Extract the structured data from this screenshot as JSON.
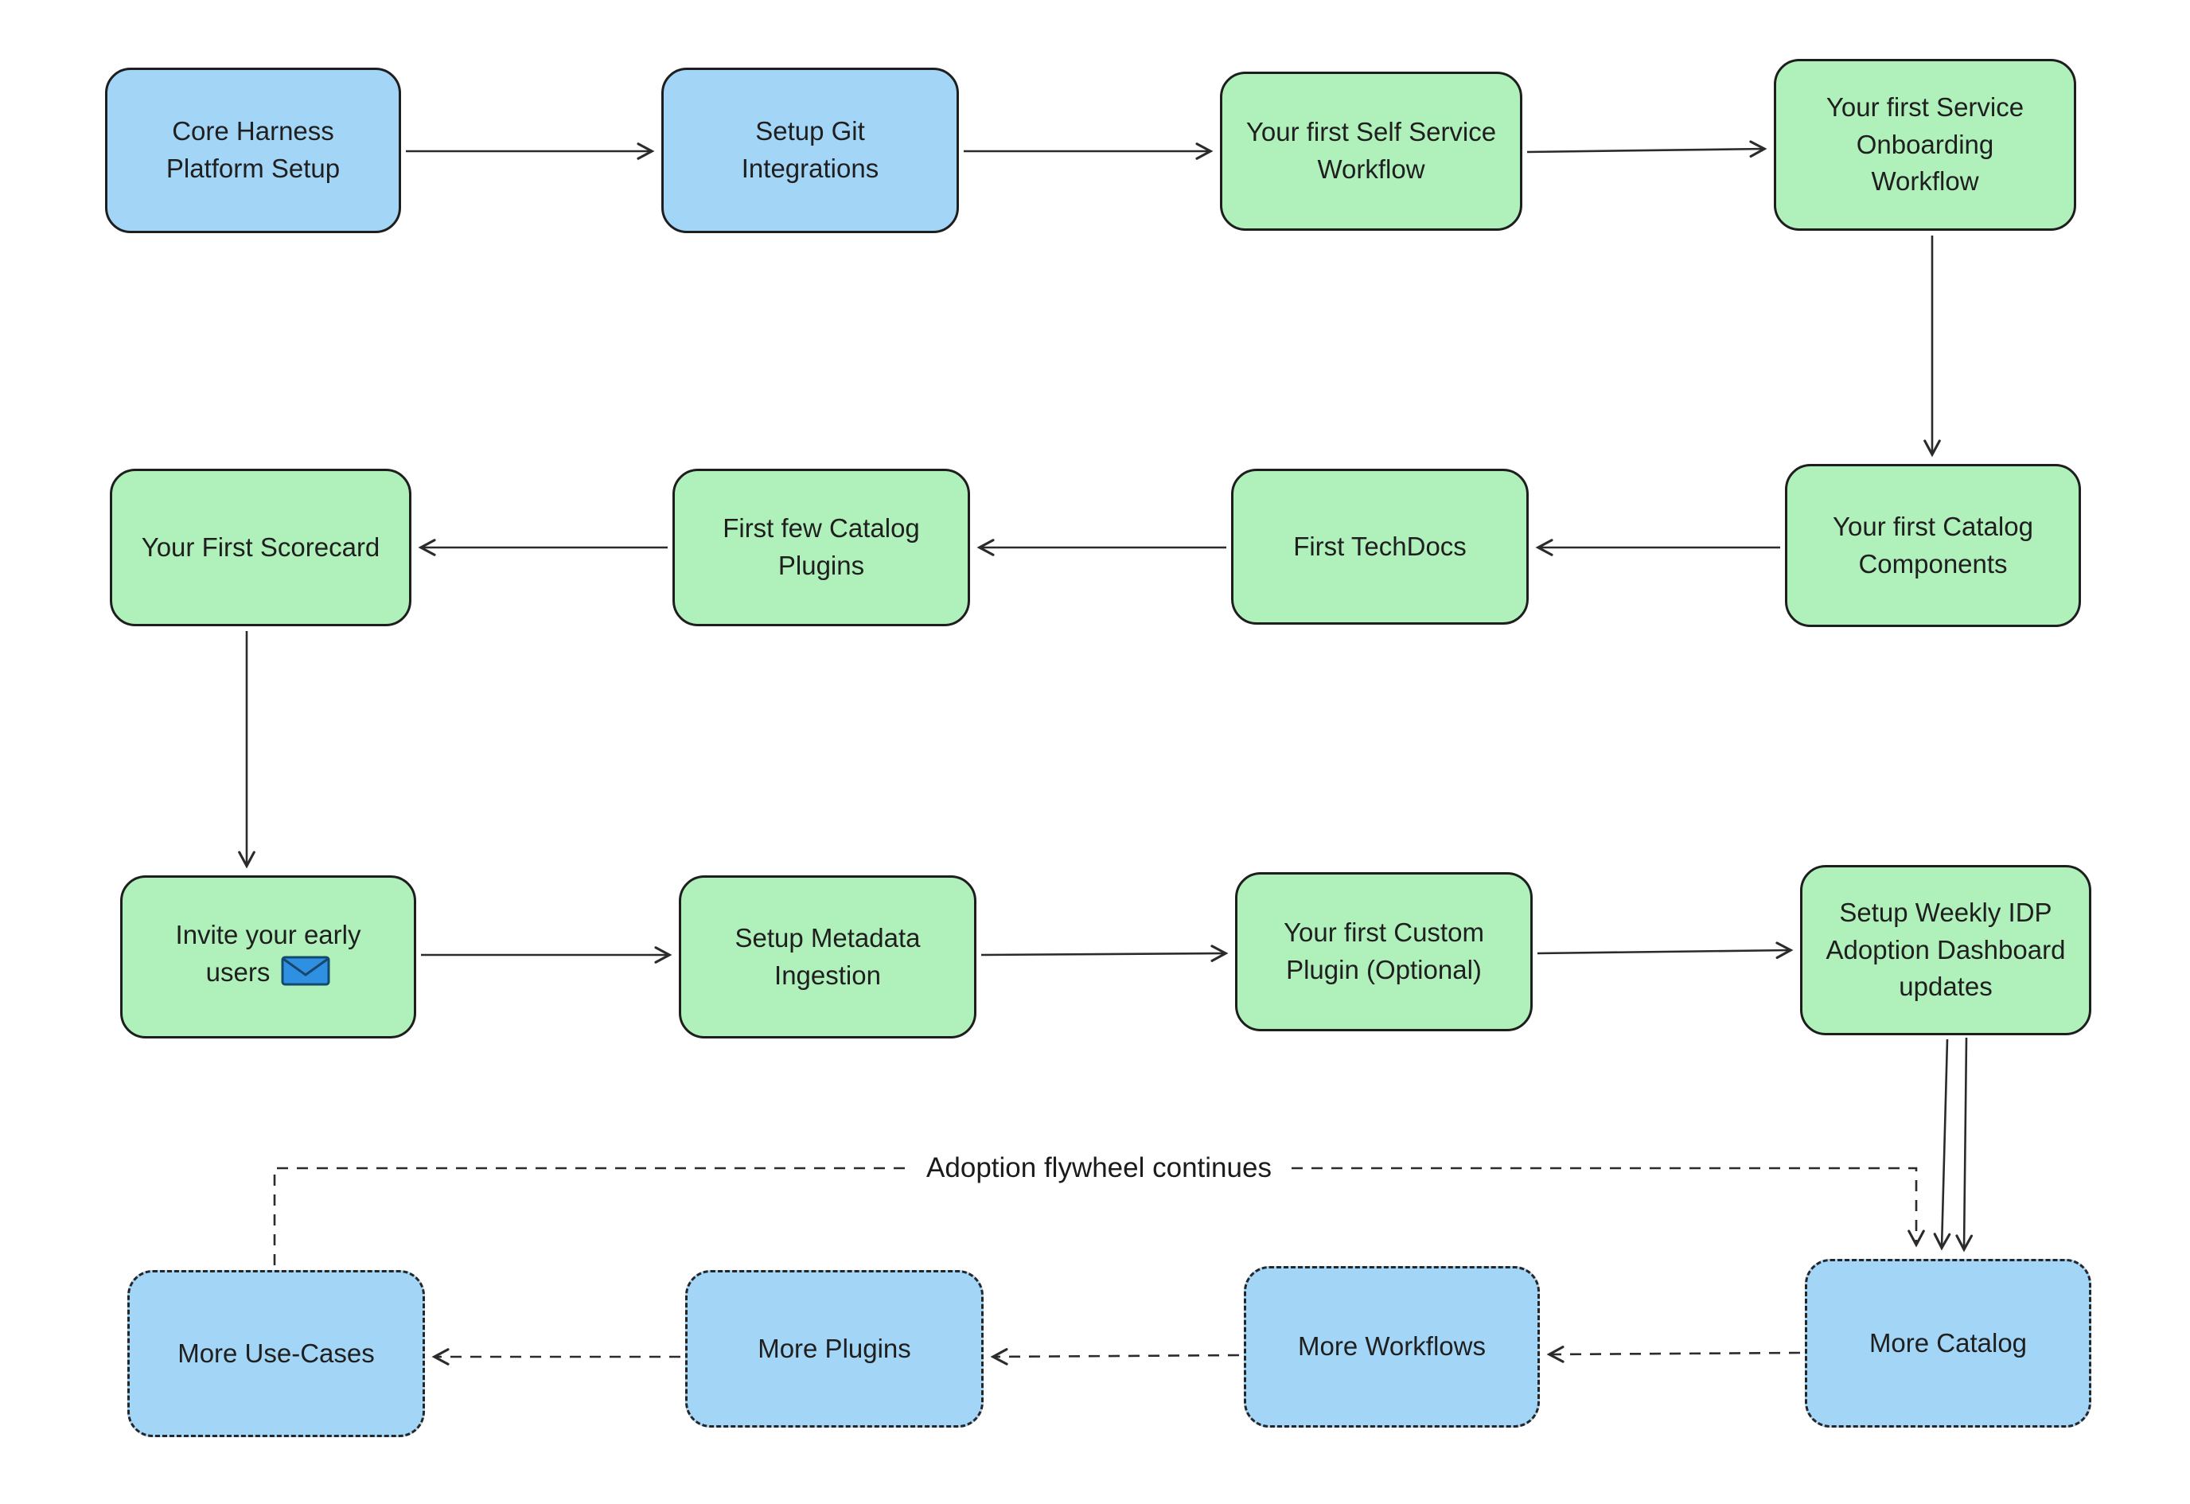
{
  "diagram": {
    "flywheel_label": "Adoption flywheel continues",
    "colors": {
      "blue_fill": "#a3d5f7",
      "green_fill": "#b0f1bb",
      "stroke": "#1e1e1e",
      "arrow": "#2b2b2b",
      "envelope_fill": "#2f8fe0",
      "envelope_stroke": "#14496f"
    },
    "nodes": [
      {
        "id": "core-harness-platform-setup",
        "label": "Core Harness\nPlatform Setup",
        "style": "blue-solid"
      },
      {
        "id": "setup-git-integrations",
        "label": "Setup Git\nIntegrations",
        "style": "blue-solid"
      },
      {
        "id": "first-self-service-workflow",
        "label": "Your first Self Service\nWorkflow",
        "style": "green-solid"
      },
      {
        "id": "first-service-onboarding-workflow",
        "label": "Your first Service\nOnboarding\nWorkflow",
        "style": "green-solid"
      },
      {
        "id": "first-catalog-components",
        "label": "Your first Catalog\nComponents",
        "style": "green-solid"
      },
      {
        "id": "first-techdocs",
        "label": "First TechDocs",
        "style": "green-solid"
      },
      {
        "id": "first-few-catalog-plugins",
        "label": "First few Catalog\nPlugins",
        "style": "green-solid"
      },
      {
        "id": "your-first-scorecard",
        "label": "Your First Scorecard",
        "style": "green-solid"
      },
      {
        "id": "invite-your-early-users",
        "label": "Invite your early\nusers",
        "style": "green-solid",
        "icon": "envelope-icon"
      },
      {
        "id": "setup-metadata-ingestion",
        "label": "Setup Metadata\nIngestion",
        "style": "green-solid"
      },
      {
        "id": "first-custom-plugin-optional",
        "label": "Your first Custom\nPlugin (Optional)",
        "style": "green-solid"
      },
      {
        "id": "setup-weekly-idp-adoption-dashboard-updates",
        "label": "Setup Weekly IDP\nAdoption Dashboard\nupdates",
        "style": "green-solid"
      },
      {
        "id": "more-catalog",
        "label": "More Catalog",
        "style": "blue-dashed"
      },
      {
        "id": "more-workflows",
        "label": "More Workflows",
        "style": "blue-dashed"
      },
      {
        "id": "more-plugins",
        "label": "More Plugins",
        "style": "blue-dashed"
      },
      {
        "id": "more-use-cases",
        "label": "More Use-Cases",
        "style": "blue-dashed"
      }
    ],
    "edges": [
      {
        "from": "core-harness-platform-setup",
        "to": "setup-git-integrations",
        "style": "solid"
      },
      {
        "from": "setup-git-integrations",
        "to": "first-self-service-workflow",
        "style": "solid"
      },
      {
        "from": "first-self-service-workflow",
        "to": "first-service-onboarding-workflow",
        "style": "solid"
      },
      {
        "from": "first-service-onboarding-workflow",
        "to": "first-catalog-components",
        "style": "solid"
      },
      {
        "from": "first-catalog-components",
        "to": "first-techdocs",
        "style": "solid"
      },
      {
        "from": "first-techdocs",
        "to": "first-few-catalog-plugins",
        "style": "solid"
      },
      {
        "from": "first-few-catalog-plugins",
        "to": "your-first-scorecard",
        "style": "solid"
      },
      {
        "from": "your-first-scorecard",
        "to": "invite-your-early-users",
        "style": "solid"
      },
      {
        "from": "invite-your-early-users",
        "to": "setup-metadata-ingestion",
        "style": "solid"
      },
      {
        "from": "setup-metadata-ingestion",
        "to": "first-custom-plugin-optional",
        "style": "solid"
      },
      {
        "from": "first-custom-plugin-optional",
        "to": "setup-weekly-idp-adoption-dashboard-updates",
        "style": "solid"
      },
      {
        "from": "setup-weekly-idp-adoption-dashboard-updates",
        "to": "more-catalog",
        "style": "solid-double"
      },
      {
        "from": "more-catalog",
        "to": "more-workflows",
        "style": "dashed"
      },
      {
        "from": "more-workflows",
        "to": "more-plugins",
        "style": "dashed"
      },
      {
        "from": "more-plugins",
        "to": "more-use-cases",
        "style": "dashed"
      },
      {
        "from": "more-use-cases",
        "to": "more-catalog",
        "style": "dashed",
        "label": "Adoption flywheel continues"
      }
    ]
  }
}
